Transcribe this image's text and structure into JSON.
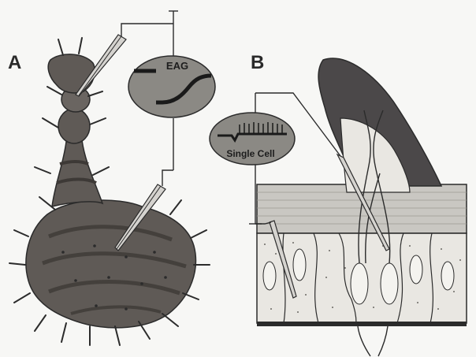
{
  "panels": {
    "a": {
      "letter": "A"
    },
    "b": {
      "letter": "B"
    }
  },
  "insets": {
    "eag": {
      "label": "EAG"
    },
    "single_cell": {
      "label": "Single Cell"
    }
  },
  "colors": {
    "antenna_fill": "#5f5a56",
    "antenna_dark": "#3d3936",
    "inset_bg": "#8b8984",
    "dome_fill": "#4b4849",
    "cuticle_fill": "#c9c7c2",
    "cell_fill": "#e9e7e2",
    "line_dark": "#2b2b2b"
  },
  "icons": {
    "electrode": "electrode-icon",
    "ground": "ground-icon"
  }
}
